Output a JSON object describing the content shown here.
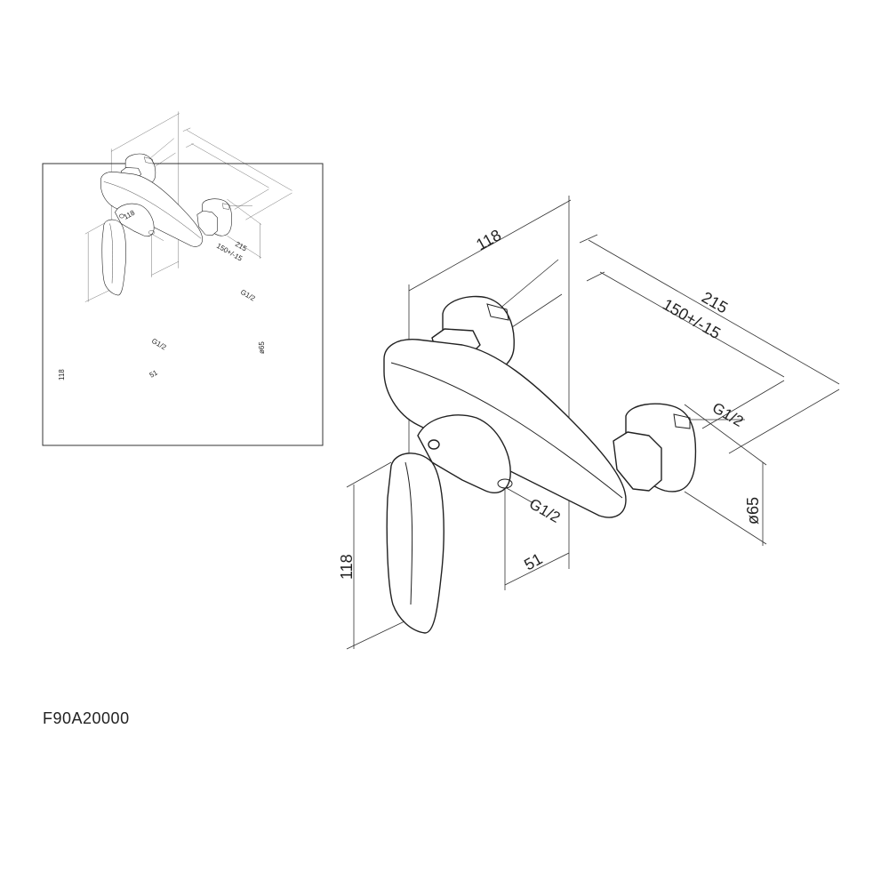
{
  "model_code": "F90A20000",
  "dimensions": {
    "depth_top": "118",
    "overall_width": "215",
    "centers": "150+/-15",
    "thread_side": "G1/2",
    "thread_bottom": "G1/2",
    "flange_diameter": "ø65",
    "outlet_offset": "51",
    "handle_height": "118"
  },
  "colors": {
    "line": "#222222",
    "background": "#ffffff"
  }
}
